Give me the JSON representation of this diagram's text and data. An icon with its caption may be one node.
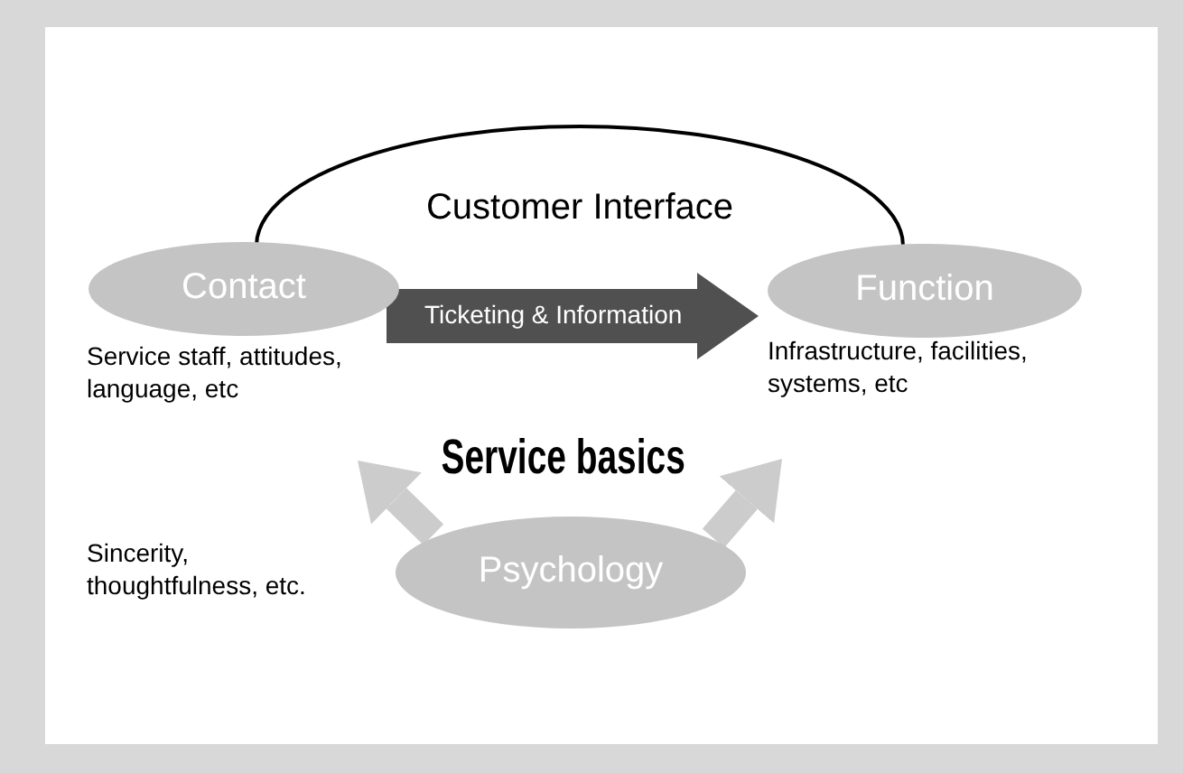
{
  "diagram": {
    "nodes": [
      {
        "text": [
          "Customer Interface"
        ]
      },
      {
        "text": [
          "Contact"
        ],
        "beside": [
          "Service staff, attitudes, language, etc"
        ]
      },
      {
        "text": [
          "Function"
        ],
        "beside": [
          "Infrastructure, facilities, systems, etc"
        ]
      },
      {
        "text": [
          "Psychology"
        ],
        "beside": [
          "Sincerity, thoughtfulness, etc."
        ]
      }
    ],
    "edges": [
      {
        "from": 1,
        "to": 2,
        "arrow": "to",
        "label": "Ticketing & Information",
        "style": "thick",
        "color": "#505050"
      },
      {
        "from": 3,
        "to": 1,
        "arrow": "to"
      },
      {
        "from": 3,
        "to": 2,
        "arrow": "to"
      }
    ],
    "labels": [
      "Service basics"
    ]
  }
}
